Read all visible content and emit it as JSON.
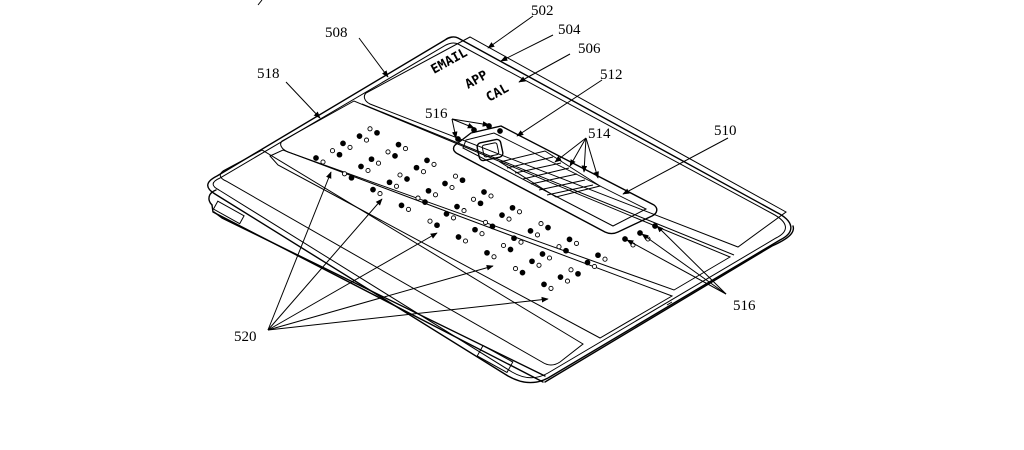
{
  "figure": {
    "screen_labels": [
      "EMAIL",
      "APP",
      "CAL"
    ],
    "reference_numerals": {
      "n502": "502",
      "n504": "504",
      "n506": "506",
      "n508": "508",
      "n510": "510",
      "n512": "512",
      "n514": "514",
      "n516_top": "516",
      "n516_right": "516",
      "n518": "518",
      "n520": "520"
    },
    "colors": {
      "ink": "#000000",
      "paper": "#ffffff"
    }
  }
}
